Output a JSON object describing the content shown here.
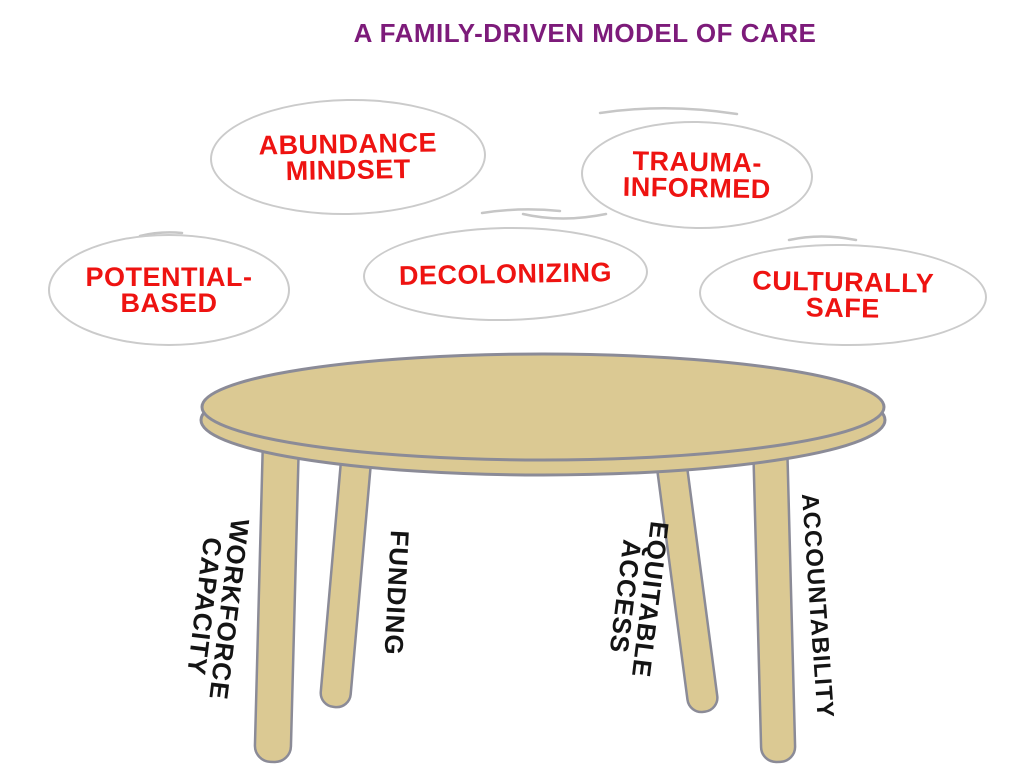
{
  "title": "A FAMILY-DRIVEN MODEL OF CARE",
  "bubbles": [
    {
      "id": "abundance-mindset",
      "label": "ABUNDANCE\nMINDSET"
    },
    {
      "id": "trauma-informed",
      "label": "TRAUMA-\nINFORMED"
    },
    {
      "id": "potential-based",
      "label": "POTENTIAL-\nBASED"
    },
    {
      "id": "decolonizing",
      "label": "DECOLONIZING"
    },
    {
      "id": "culturally-safe",
      "label": "CULTURALLY\nSAFE"
    }
  ],
  "table": {
    "legs": [
      {
        "label": "WORKFORCE\nCAPACITY"
      },
      {
        "label": "FUNDING"
      },
      {
        "label": "EQUITABLE\nACCESS"
      },
      {
        "label": "ACCOUNTABILITY"
      }
    ]
  },
  "colors": {
    "title_text": "#7d1b7a",
    "bubble_text": "#ee1311",
    "bubble_outline": "#cbcbcb",
    "table_fill": "#dbc993",
    "table_outline": "#8b8b97",
    "leg_label_text": "#141414",
    "background": "#ffffff"
  }
}
